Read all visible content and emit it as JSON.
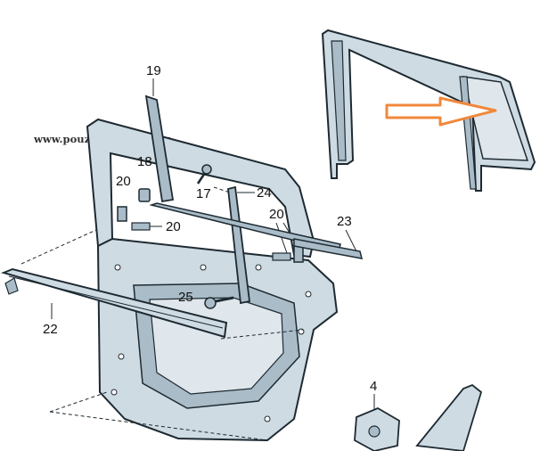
{
  "watermark": "www.pouzite-autodily.cz",
  "callouts": {
    "c19": "19",
    "c18": "18",
    "c20a": "20",
    "c17": "17",
    "c24": "24",
    "c20b": "20",
    "c20c": "20",
    "c23": "23",
    "c25": "25",
    "c22": "22",
    "c4": "4"
  },
  "colors": {
    "line": "#1e2a32",
    "door_fill": "#cfdbe3",
    "door_shade": "#a9bcc8",
    "glass": "#dfe7ec",
    "arrow": "#f0883c"
  }
}
